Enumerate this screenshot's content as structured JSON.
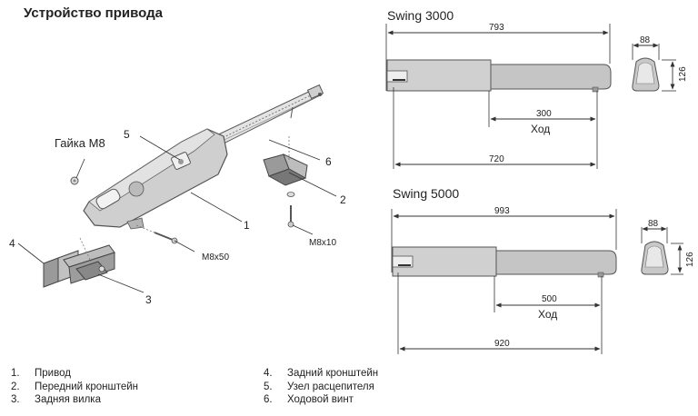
{
  "heading": "Устройство привода",
  "nut_label": "Гайка М8",
  "screw_labels": {
    "front": "M8x50",
    "rear": "M8x10"
  },
  "callouts": [
    "1",
    "2",
    "3",
    "4",
    "5",
    "6"
  ],
  "parts": [
    {
      "num": "1.",
      "label": "Привод"
    },
    {
      "num": "2.",
      "label": "Передний кронштейн"
    },
    {
      "num": "3.",
      "label": "Задняя вилка"
    },
    {
      "num": "4.",
      "label": "Задний кронштейн"
    },
    {
      "num": "5.",
      "label": "Узел расцепителя"
    },
    {
      "num": "6.",
      "label": "Ходовой винт"
    }
  ],
  "models": [
    {
      "name": "Swing 3000",
      "overall": "793",
      "stroke": "300",
      "mount": "720",
      "width": "88",
      "height": "126",
      "stroke_label": "Ход"
    },
    {
      "name": "Swing 5000",
      "overall": "993",
      "stroke": "500",
      "mount": "920",
      "width": "88",
      "height": "126",
      "stroke_label": "Ход"
    }
  ],
  "colors": {
    "body": "#c8c8c8",
    "stroke": "#555555",
    "line": "#333333",
    "bracket": "#8a8a8a"
  }
}
